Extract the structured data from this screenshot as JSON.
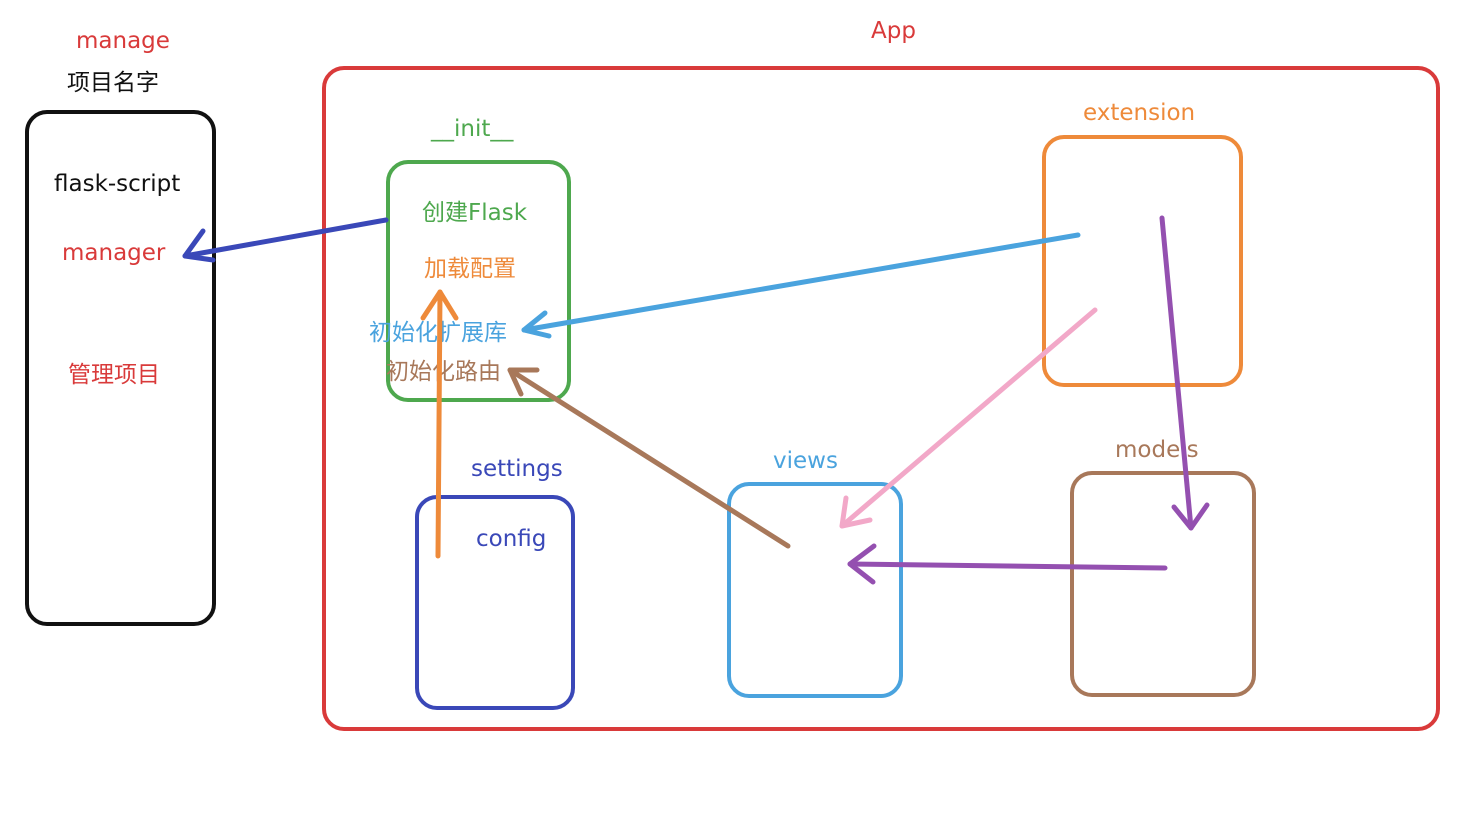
{
  "colors": {
    "red": "#d93a3a",
    "black": "#111111",
    "green": "#4ea84e",
    "orange": "#ee8a3a",
    "navy": "#3a48b8",
    "sky": "#4aa3de",
    "brown": "#a8785a",
    "pink": "#f2a8c8",
    "purple": "#9450b0"
  },
  "manage": {
    "title": "manage",
    "subtitle": "项目名字",
    "items": [
      "flask-script",
      "manager",
      "管理项目"
    ]
  },
  "app": {
    "title": "App"
  },
  "init": {
    "title": "__init__",
    "items": [
      "创建Flask",
      "加载配置",
      "初始化扩展库",
      "初始化路由"
    ]
  },
  "extension": {
    "title": "extension"
  },
  "settings": {
    "title": "settings",
    "items": [
      "config"
    ]
  },
  "views": {
    "title": "views"
  },
  "models": {
    "title": "models"
  }
}
